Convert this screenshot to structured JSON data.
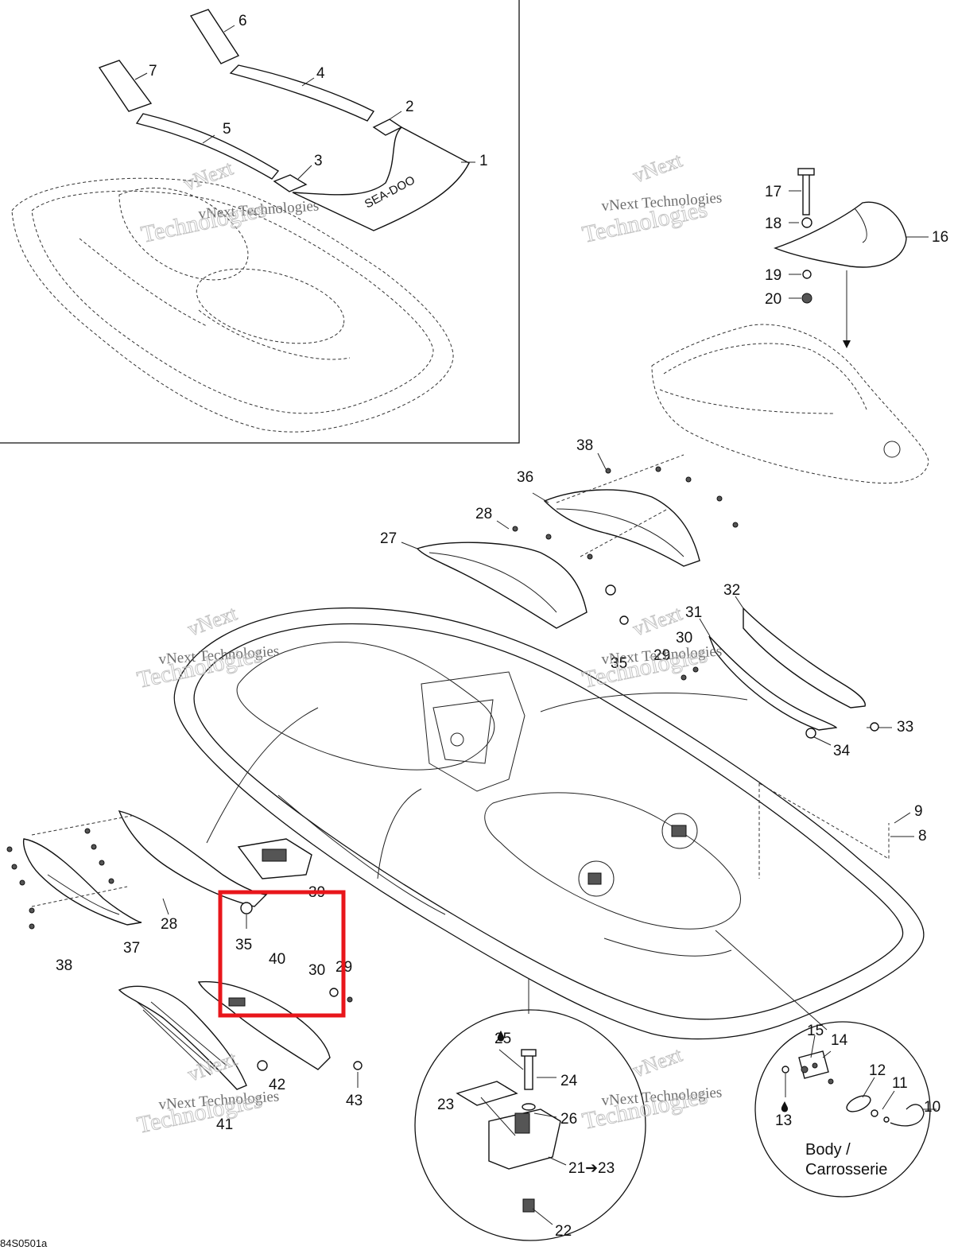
{
  "diagram": {
    "drawing_code": "84S0501a",
    "callouts": [
      {
        "id": "c1",
        "label": "1"
      },
      {
        "id": "c2",
        "label": "2"
      },
      {
        "id": "c3",
        "label": "3"
      },
      {
        "id": "c4",
        "label": "4"
      },
      {
        "id": "c5",
        "label": "5"
      },
      {
        "id": "c6",
        "label": "6"
      },
      {
        "id": "c7",
        "label": "7"
      },
      {
        "id": "c8",
        "label": "8"
      },
      {
        "id": "c9",
        "label": "9"
      },
      {
        "id": "c10",
        "label": "10"
      },
      {
        "id": "c11",
        "label": "11"
      },
      {
        "id": "c12",
        "label": "12"
      },
      {
        "id": "c13",
        "label": "13"
      },
      {
        "id": "c14",
        "label": "14"
      },
      {
        "id": "c15",
        "label": "15"
      },
      {
        "id": "c16",
        "label": "16"
      },
      {
        "id": "c17",
        "label": "17"
      },
      {
        "id": "c18",
        "label": "18"
      },
      {
        "id": "c19",
        "label": "19"
      },
      {
        "id": "c20",
        "label": "20"
      },
      {
        "id": "c21",
        "label": "21➔23"
      },
      {
        "id": "c22",
        "label": "22"
      },
      {
        "id": "c23",
        "label": "23"
      },
      {
        "id": "c24",
        "label": "24"
      },
      {
        "id": "c25",
        "label": "25"
      },
      {
        "id": "c26",
        "label": "26"
      },
      {
        "id": "c27",
        "label": "27"
      },
      {
        "id": "c28a",
        "label": "28"
      },
      {
        "id": "c28b",
        "label": "28"
      },
      {
        "id": "c29a",
        "label": "29"
      },
      {
        "id": "c29b",
        "label": "29"
      },
      {
        "id": "c30a",
        "label": "30"
      },
      {
        "id": "c30b",
        "label": "30"
      },
      {
        "id": "c31",
        "label": "31"
      },
      {
        "id": "c32",
        "label": "32"
      },
      {
        "id": "c33",
        "label": "33"
      },
      {
        "id": "c34",
        "label": "34"
      },
      {
        "id": "c35a",
        "label": "35"
      },
      {
        "id": "c35b",
        "label": "35"
      },
      {
        "id": "c36",
        "label": "36"
      },
      {
        "id": "c37",
        "label": "37"
      },
      {
        "id": "c38a",
        "label": "38"
      },
      {
        "id": "c38b",
        "label": "38"
      },
      {
        "id": "c39",
        "label": "39"
      },
      {
        "id": "c40",
        "label": "40"
      },
      {
        "id": "c41",
        "label": "41"
      },
      {
        "id": "c42",
        "label": "42"
      },
      {
        "id": "c43",
        "label": "43"
      }
    ],
    "body_label_line1": "Body /",
    "body_label_line2": "Carrosserie",
    "logo_text": "SEA-DOO",
    "watermark_line1": "vNext",
    "watermark_line2": "vNext Technologies",
    "watermark_line3": "Technologies",
    "highlight_color": "#e8161b",
    "line_color": "#111111"
  }
}
